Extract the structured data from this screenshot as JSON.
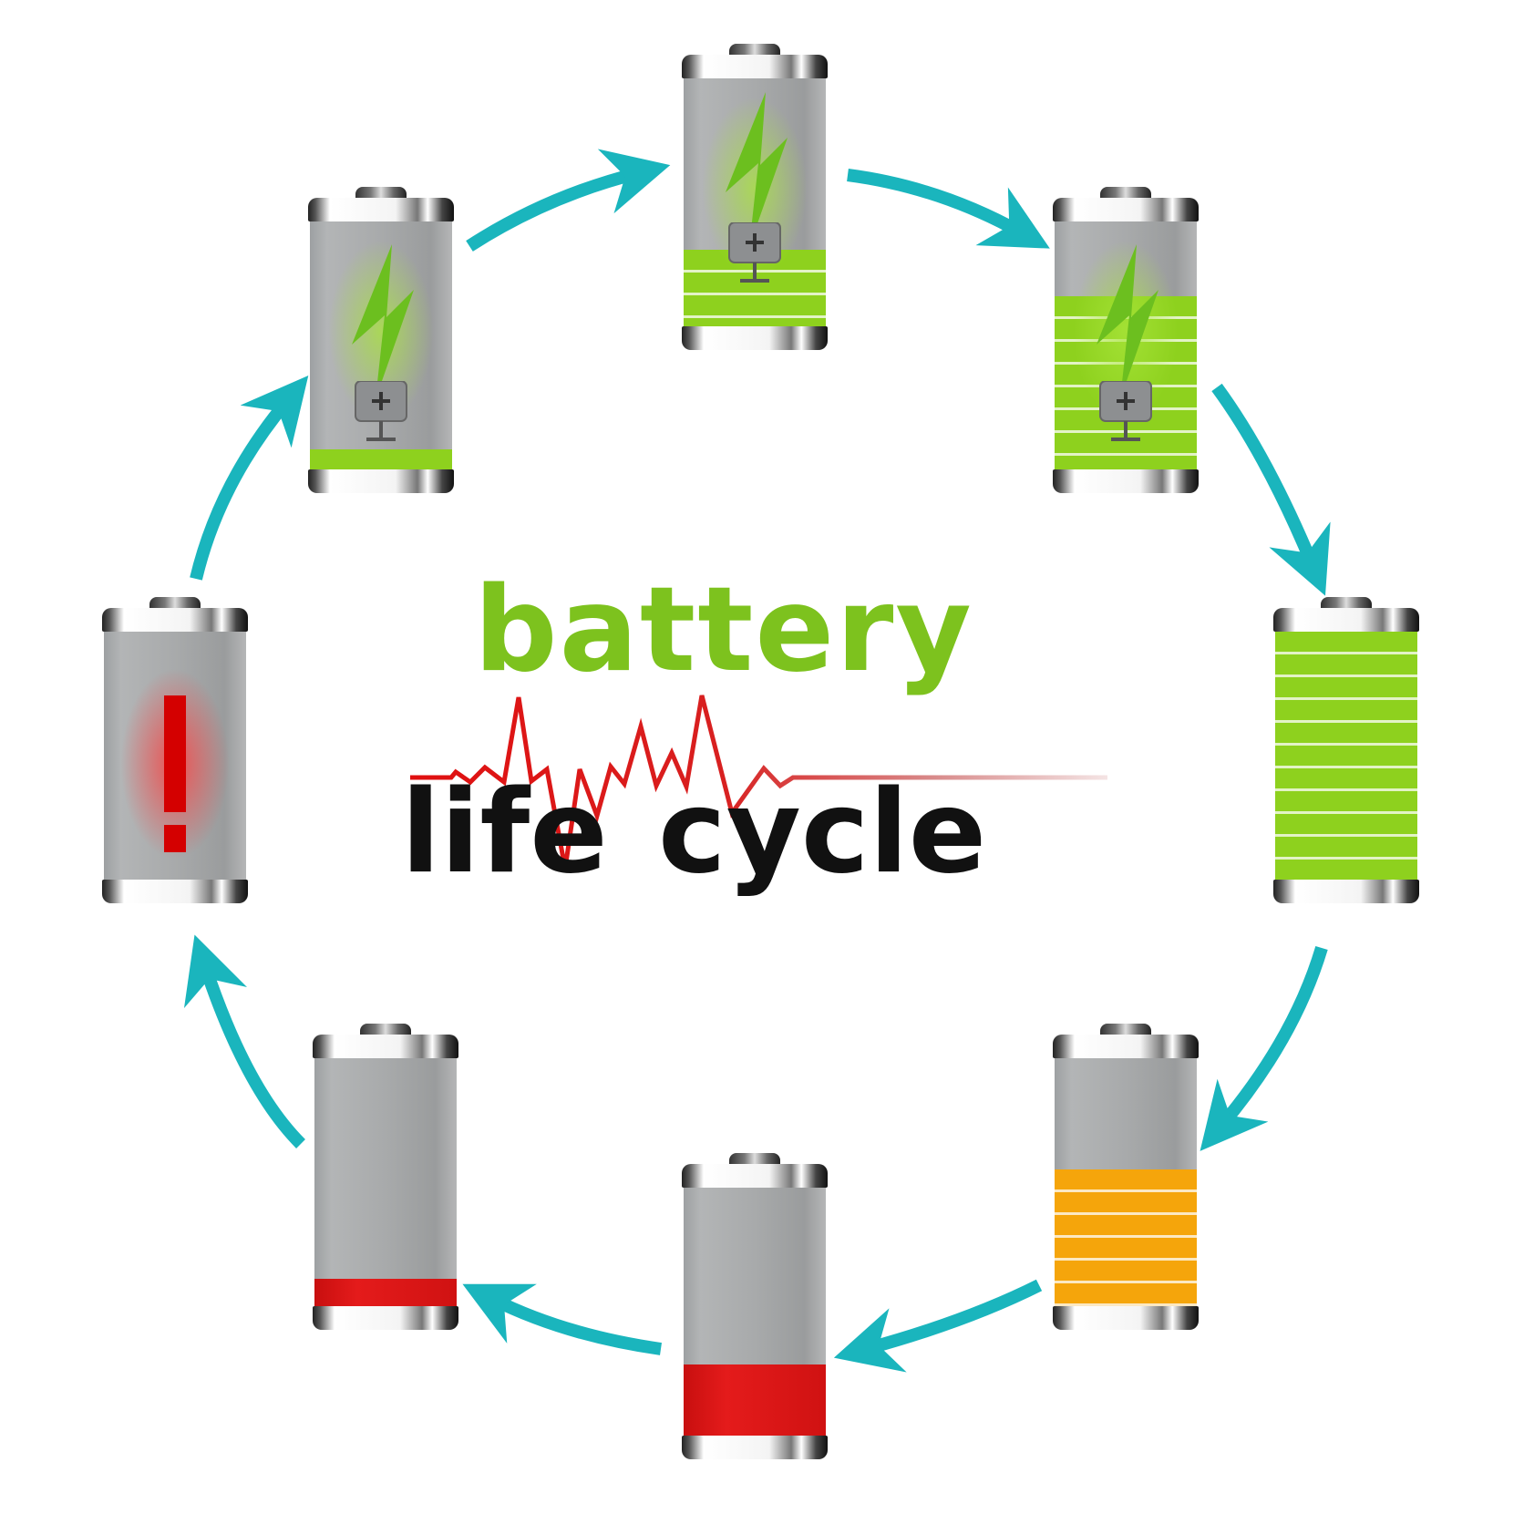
{
  "title": {
    "line1": "battery",
    "line2_word1": "life",
    "line2_word2": "cycle"
  },
  "colors": {
    "arrow": "#1ab5bd",
    "green": "#8ed11e",
    "title_green": "#7dc21e",
    "orange": "#f5a50b",
    "red": "#d91414",
    "title_black": "#111111",
    "pulse": "#dd1111"
  },
  "stages": [
    {
      "position": "left-upper",
      "state": "charging",
      "level_pct": 8,
      "icon": "lightning-bolt-icon"
    },
    {
      "position": "top",
      "state": "charging",
      "level_pct": 30,
      "icon": "lightning-bolt-icon"
    },
    {
      "position": "right-upper",
      "state": "charging",
      "level_pct": 65,
      "icon": "lightning-bolt-icon"
    },
    {
      "position": "right",
      "state": "full",
      "level_pct": 100,
      "icon": ""
    },
    {
      "position": "right-lower",
      "state": "medium",
      "level_pct": 55,
      "icon": ""
    },
    {
      "position": "bottom",
      "state": "low",
      "level_pct": 28,
      "icon": ""
    },
    {
      "position": "left-lower",
      "state": "very-low",
      "level_pct": 10,
      "icon": ""
    },
    {
      "position": "left",
      "state": "empty-warning",
      "level_pct": 0,
      "icon": "exclamation-icon"
    }
  ]
}
